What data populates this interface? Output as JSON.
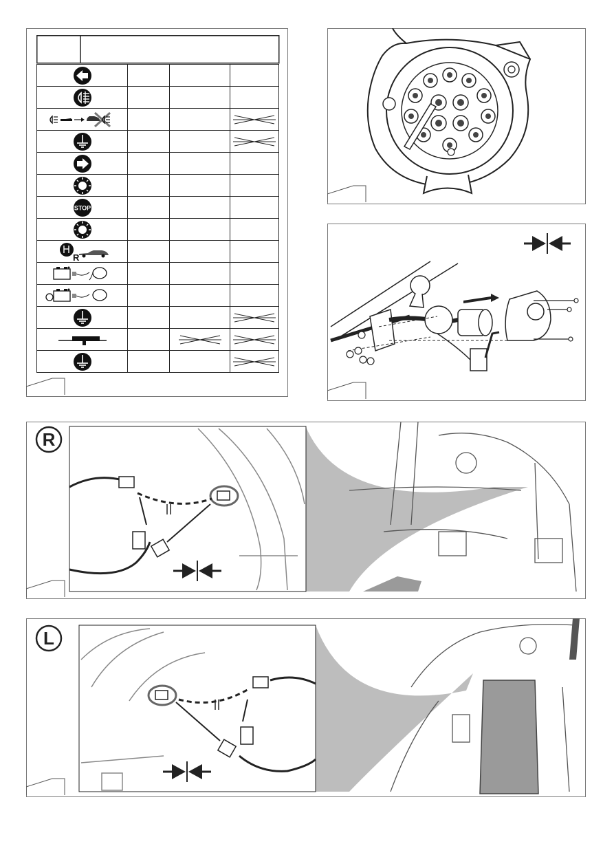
{
  "title": "",
  "panels": {
    "pin_table": {
      "rows": [
        {
          "icon": "left-turn-signal-icon",
          "crossed": [
            false,
            false,
            false
          ]
        },
        {
          "icon": "rear-fog-light-icon",
          "crossed": [
            false,
            false,
            false
          ]
        },
        {
          "icon": "fog-light-cutoff-icon",
          "crossed": [
            false,
            false,
            true
          ]
        },
        {
          "icon": "ground-icon",
          "crossed": [
            false,
            false,
            true
          ]
        },
        {
          "icon": "right-turn-signal-icon",
          "crossed": [
            false,
            false,
            false
          ]
        },
        {
          "icon": "parking-light-icon",
          "crossed": [
            false,
            false,
            false
          ]
        },
        {
          "icon": "stop-light-icon",
          "label": "STOP",
          "crossed": [
            false,
            false,
            false
          ]
        },
        {
          "icon": "parking-light-icon",
          "crossed": [
            false,
            false,
            false
          ]
        },
        {
          "icon": "reverse-light-icon",
          "label": "R",
          "crossed": [
            false,
            false,
            false
          ]
        },
        {
          "icon": "battery-permanent-plus-icon",
          "crossed": [
            false,
            false,
            false
          ]
        },
        {
          "icon": "battery-ignition-plus-icon",
          "crossed": [
            false,
            false,
            false
          ]
        },
        {
          "icon": "ground-icon",
          "crossed": [
            false,
            false,
            true
          ]
        },
        {
          "icon": "trailer-detection-icon",
          "crossed": [
            false,
            true,
            true
          ]
        },
        {
          "icon": "ground-icon",
          "crossed": [
            false,
            false,
            true
          ]
        }
      ]
    },
    "right_side": {
      "label": "R"
    },
    "left_side": {
      "label": "L"
    }
  },
  "colors": {
    "line": "#222222",
    "gray_fill": "#bdbdbd",
    "shadow": "#999999"
  }
}
